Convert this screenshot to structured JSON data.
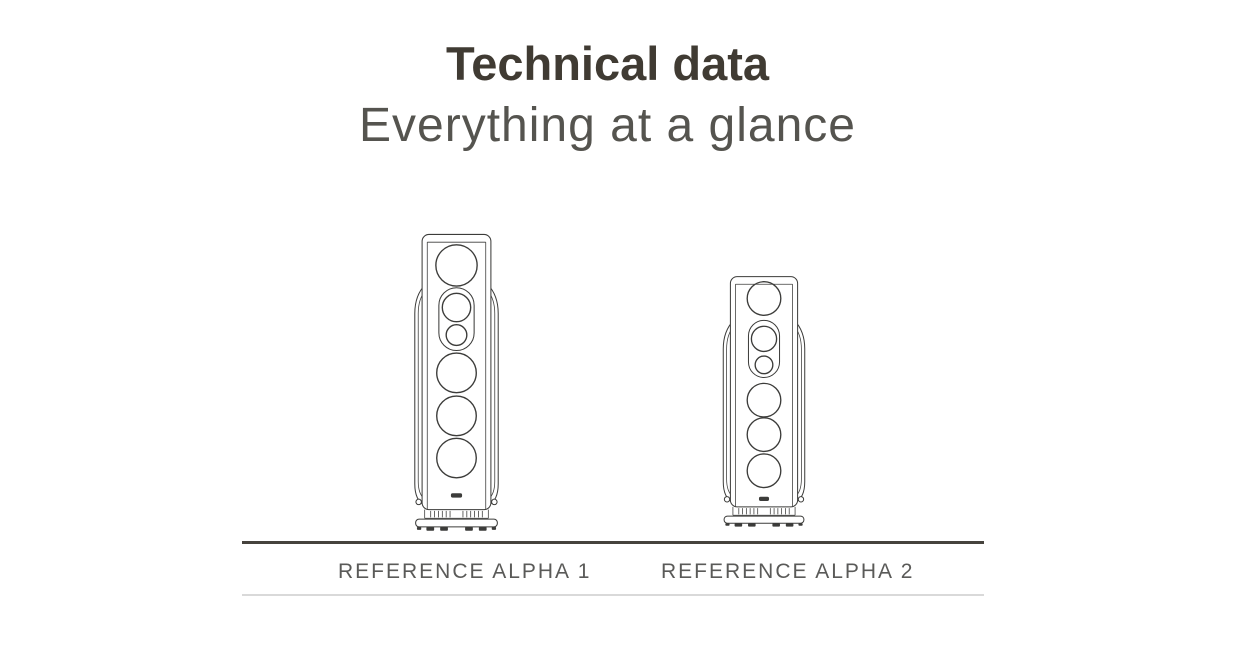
{
  "header": {
    "title": "Technical data",
    "subtitle": "Everything at a glance"
  },
  "products": [
    {
      "label": "REFERENCE ALPHA 1",
      "illustration": "floorstanding-speaker-line-drawing-tall"
    },
    {
      "label": "REFERENCE ALPHA 2",
      "illustration": "floorstanding-speaker-line-drawing-short"
    }
  ],
  "colors": {
    "background": "#ffffff",
    "title_text": "#403b33",
    "subtitle_text": "#55544f",
    "label_text": "#5a5a58",
    "divider_dark": "#46433d",
    "divider_light": "#d9d9d9",
    "line_art": "#3c3c3a"
  }
}
